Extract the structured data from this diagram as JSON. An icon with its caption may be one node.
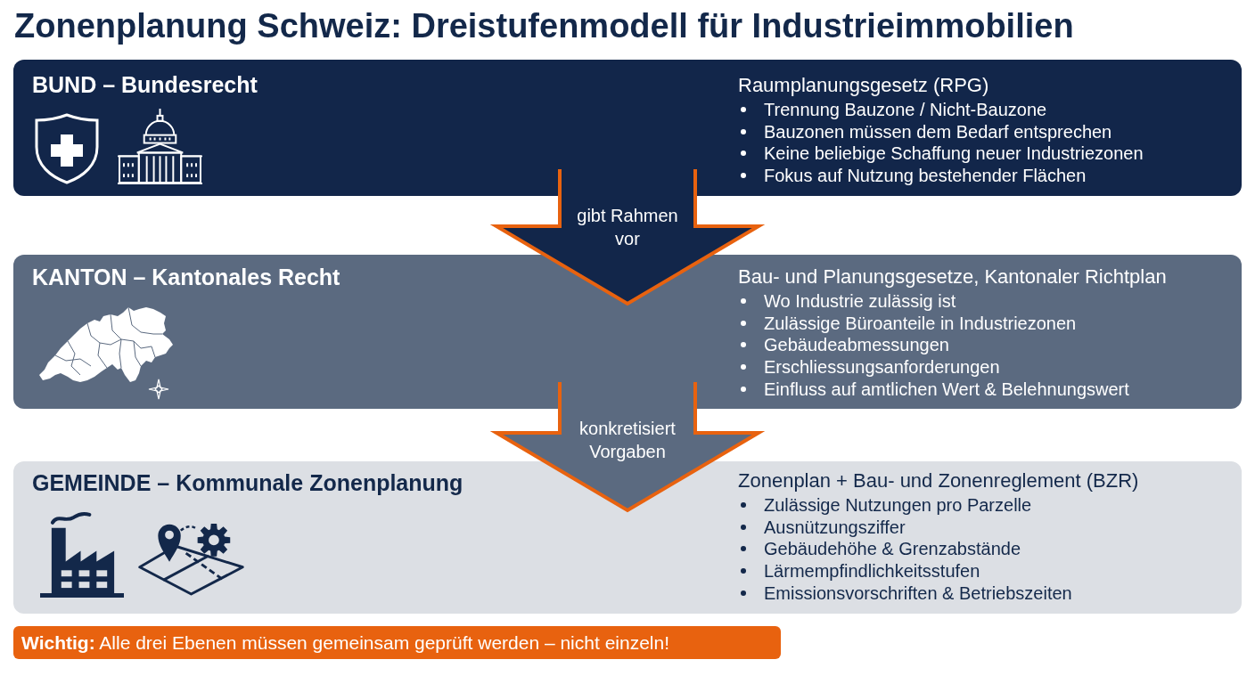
{
  "diagram": {
    "title": "Zonenplanung Schweiz: Dreistufenmodell für Industrieimmobilien",
    "nodes": [
      {
        "text": [
          "BUND – Bundesrecht",
          "Raumplanungsgesetz (RPG)",
          "Trennung Bauzone / Nicht-Bauzone",
          "Bauzonen müssen dem Bedarf entsprechen",
          "Keine beliebige Schaffung neuer Industriezonen",
          "Fokus auf Nutzung bestehender Flächen"
        ]
      },
      {
        "text": [
          "KANTON – Kantonales Recht",
          "Bau- und Planungsgesetze, Kantonaler Richtplan",
          "Wo Industrie zulässig ist",
          "Zulässige Büroanteile in Industriezonen",
          "Gebäudeabmessungen",
          "Erschliessungsanforderungen",
          "Einfluss auf amtlichen Wert & Belehnungswert"
        ]
      },
      {
        "text": [
          "GEMEINDE – Kommunale Zonenplanung",
          "Zonenplan + Bau- und Zonenreglement (BZR)",
          "Zulässige Nutzungen pro Parzelle",
          "Ausnützungsziffer",
          "Gebäudehöhe & Grenzabstände",
          "Lärmempfindlichkeitsstufen",
          "Emissionsvorschriften & Betriebszeiten"
        ]
      },
      {
        "text": [
          "**Wichtig:** Alle drei Ebenen müssen gemeinsam geprüft werden – nicht einzeln!"
        ]
      }
    ],
    "edges": [
      {
        "from": 0,
        "to": 1,
        "arrow": "to",
        "label": "gibt Rahmen vor"
      },
      {
        "from": 1,
        "to": 2,
        "arrow": "to",
        "label": "konkretisiert Vorgaben"
      }
    ]
  }
}
